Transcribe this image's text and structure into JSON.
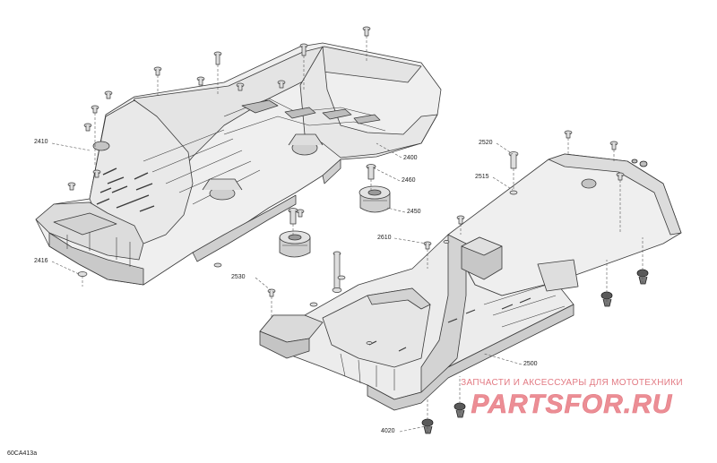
{
  "figure_id": "60CA413a",
  "callouts": {
    "c2410": "2410",
    "c2416": "2416",
    "c2400": "2400",
    "c2460": "2460",
    "c2450": "2450",
    "c2520": "2520",
    "c2515": "2515",
    "c2610": "2610",
    "c2530": "2530",
    "c2500": "2500",
    "c4020": "4020"
  },
  "watermark": {
    "tagline": "ЗАПЧАСТИ И АКСЕССУАРЫ ДЛЯ МОТОТЕХНИКИ",
    "logo": "PARTSFOR.RU"
  },
  "colors": {
    "line": "#3a3a3a",
    "fill_light": "#efefef",
    "fill_mid": "#d9d9d9",
    "fill_dark": "#9a9a9a",
    "watermark": "#e27a83"
  }
}
